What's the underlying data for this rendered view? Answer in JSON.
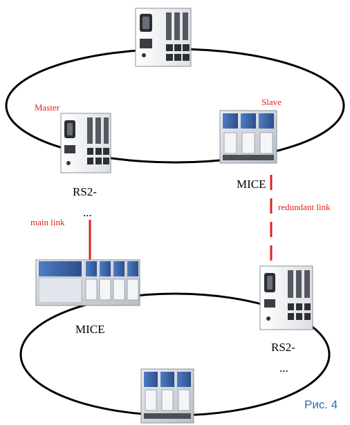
{
  "colors": {
    "ring": "#000000",
    "link": "#e02020",
    "label_red": "#e02020",
    "caption": "#2f6fa8",
    "device_body": "#f2f3f5",
    "device_edge": "#8a8f99",
    "mice_blue": "#3a63a8"
  },
  "labels": {
    "master": "Master",
    "slave": "Slave",
    "main_link": "main link",
    "redundant_link": "redundant link",
    "rs2_left_line1": "RS2-",
    "rs2_left_line2": "...",
    "mice_top_right": "MICE",
    "mice_bottom_left": "MICE",
    "rs2_bottom_right_line1": "RS2-",
    "rs2_bottom_right_line2": "..."
  },
  "caption": "Рис. 4",
  "devices": [
    {
      "name": "top-switch",
      "kind": "rs2-switch"
    },
    {
      "name": "master-switch",
      "kind": "rs2-switch"
    },
    {
      "name": "slave-mice",
      "kind": "mice-modules"
    },
    {
      "name": "left-mice",
      "kind": "mice-modules"
    },
    {
      "name": "right-switch",
      "kind": "rs2-switch"
    },
    {
      "name": "bottom-mice",
      "kind": "mice-modules"
    }
  ]
}
